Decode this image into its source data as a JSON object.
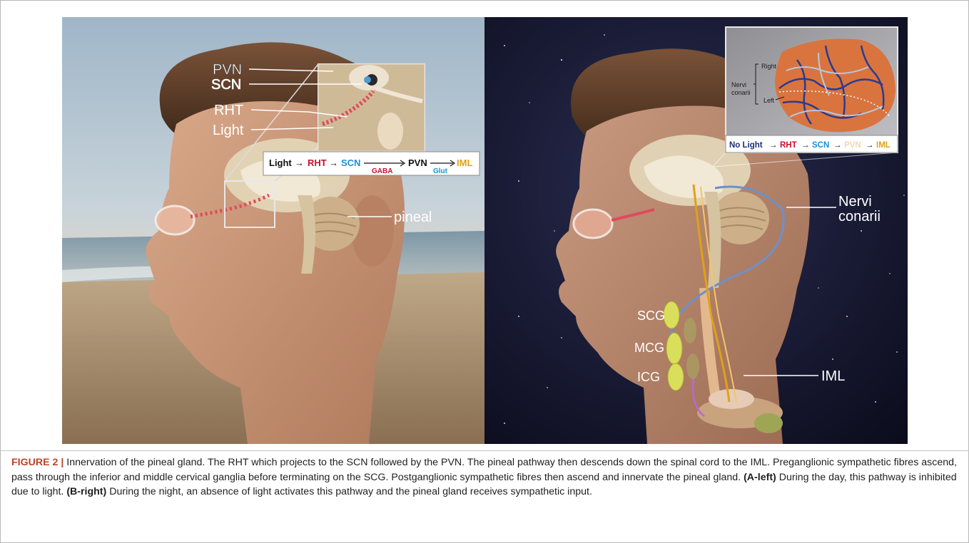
{
  "panel_a": {
    "labels": {
      "pvn": "PVN",
      "scn": "SCN",
      "rht": "RHT",
      "light": "Light",
      "pineal": "pineal"
    },
    "pathway": {
      "light": "Light",
      "arrow": "→",
      "rht": "RHT",
      "scn": "SCN",
      "gaba": "GABA",
      "pvn": "PVN",
      "glut": "Glut",
      "iml": "IML"
    }
  },
  "panel_b": {
    "labels": {
      "nervi": "Nervi",
      "conarii": "conarii",
      "scg": "SCG",
      "mcg": "MCG",
      "icg": "ICG",
      "iml": "IML"
    },
    "inset_labels": {
      "right": "Right",
      "left": "Left",
      "nervi_line1": "Nervi",
      "nervi_line2": "conarii"
    },
    "pathway": {
      "no_light": "No Light",
      "arrow": "→",
      "rht": "RHT",
      "scn": "SCN",
      "pvn": "PVN",
      "iml": "IML"
    }
  },
  "caption": {
    "label": "FIGURE 2 |",
    "text_main": " Innervation of the pineal gland. The RHT which projects to the SCN followed by the PVN. The pineal pathway then descends down the spinal cord to the IML. Preganglionic sympathetic fibres ascend, pass through the inferior and middle cervical ganglia before terminating on the SCG. Postganglionic sympathetic fibres then ascend and innervate the pineal gland. ",
    "a_label": "(A-left)",
    "a_text": " During the day, this pathway is inhibited due to light. ",
    "b_label": "(B-right)",
    "b_text": " During the night, an absence of light activates this pathway and the pineal gland receives sympathetic input."
  },
  "colors": {
    "rht_red": "#c8102e",
    "scn_blue": "#1b8fd2",
    "iml_gold": "#e0a019",
    "no_light_navy": "#1c2f7a",
    "pvn_faded": "#f0d7b4",
    "caption_label": "#b8452c"
  }
}
